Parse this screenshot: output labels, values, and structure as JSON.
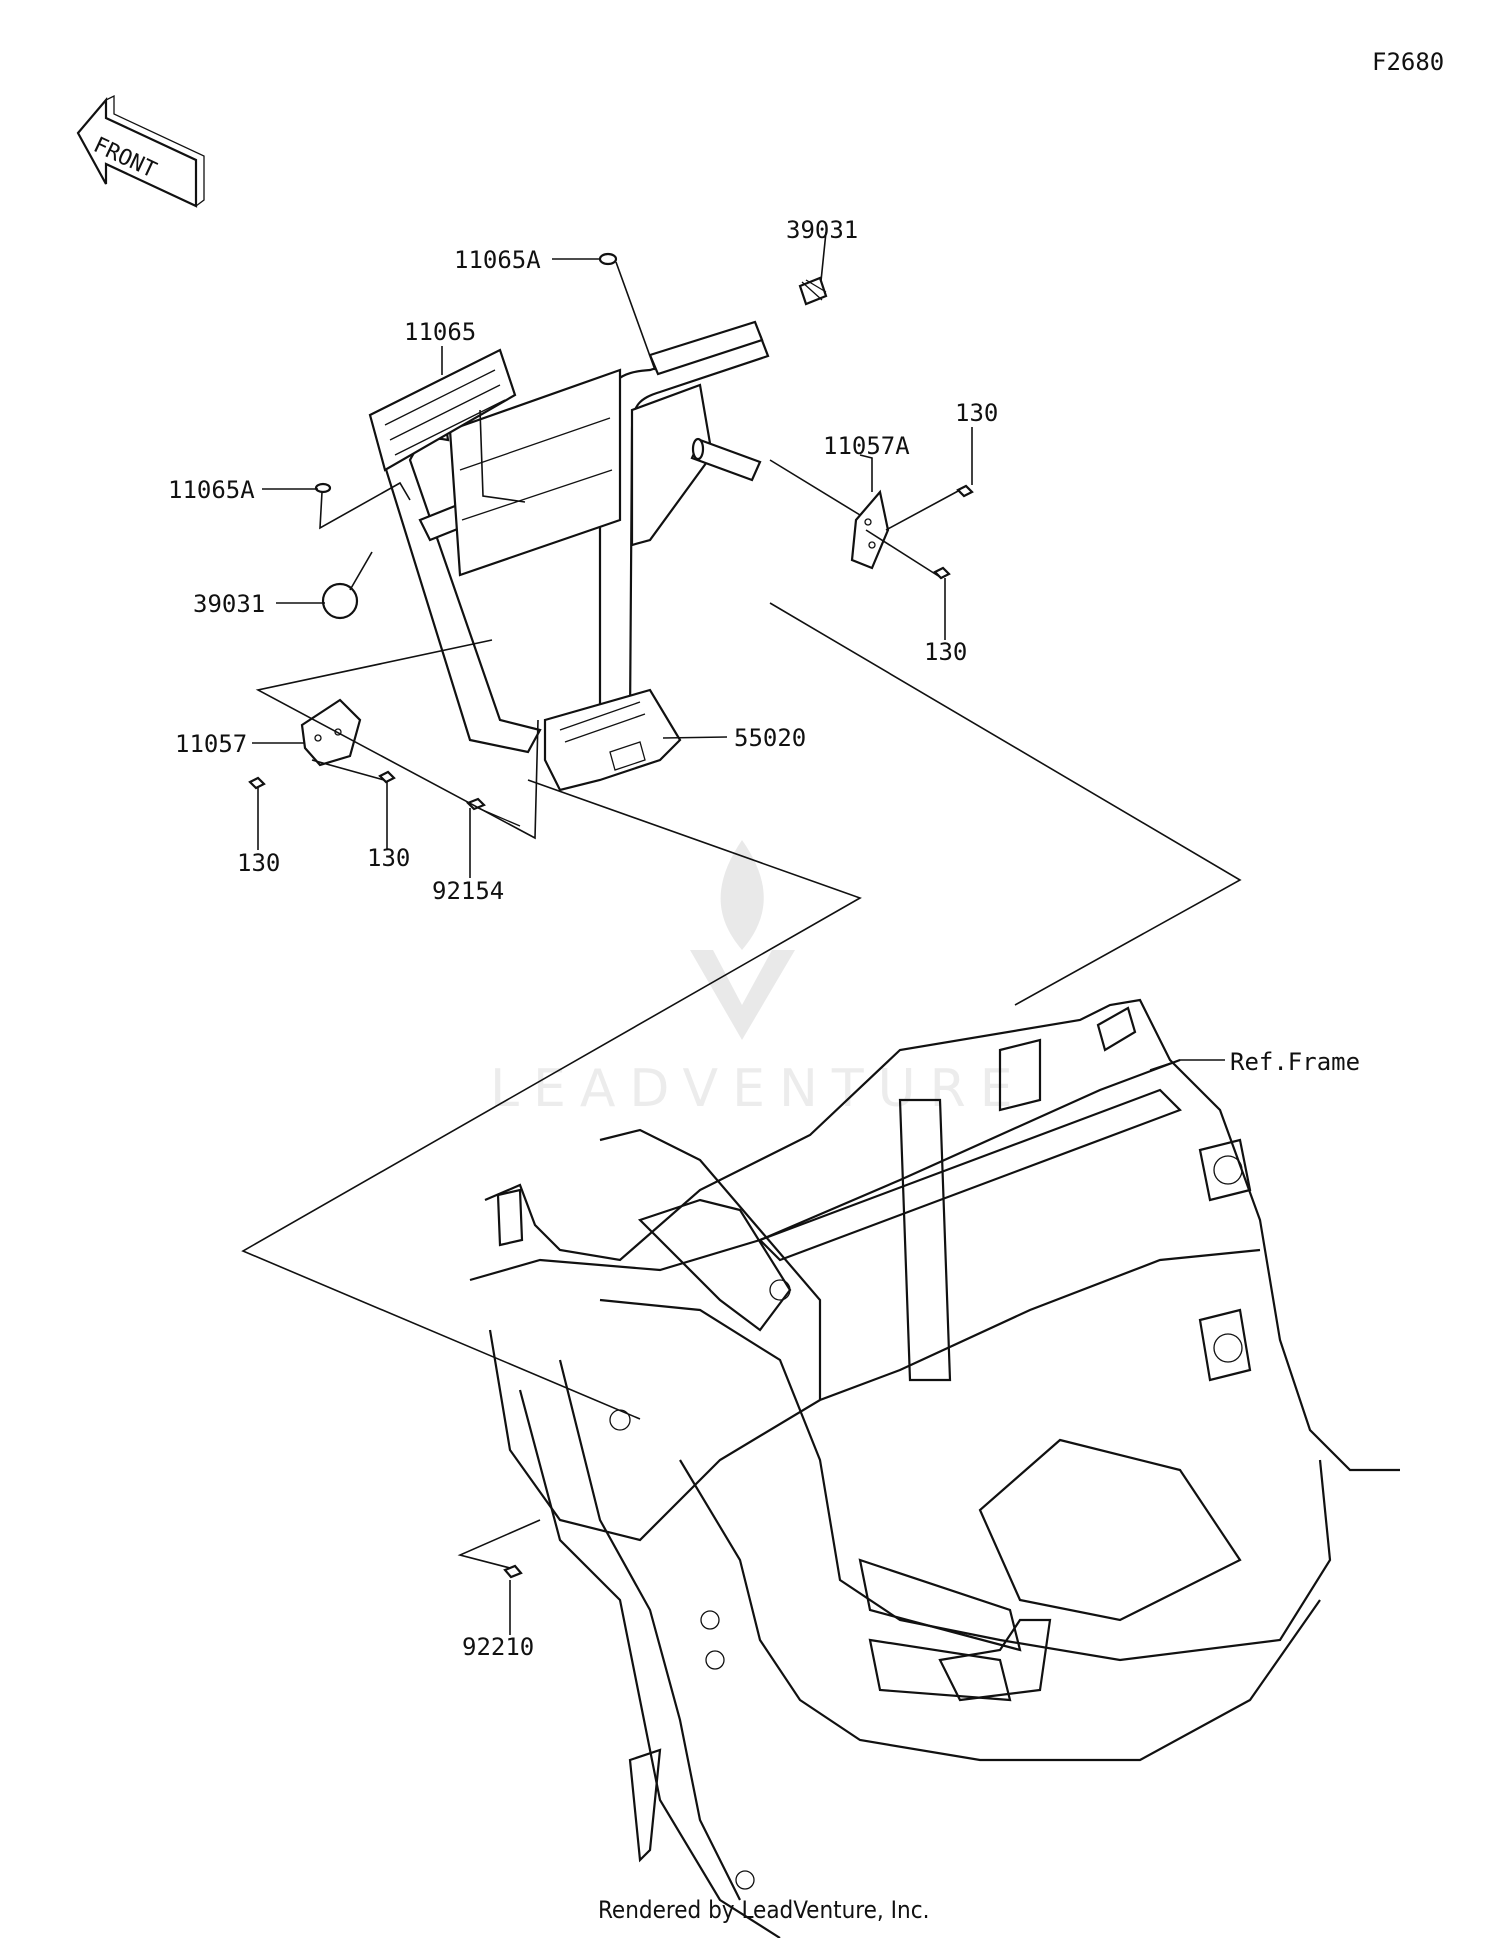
{
  "diagram_code": "F2680",
  "front_arrow_label": "FRONT",
  "watermark_text": "LEADVENTURE",
  "footer": "Rendered by LeadVenture, Inc.",
  "callouts": {
    "c11065A_top": "11065A",
    "c39031_top": "39031",
    "c11065": "11065",
    "c11057A": "11057A",
    "c130_a": "130",
    "c11065A_left": "11065A",
    "c39031_left": "39031",
    "c130_b": "130",
    "c55020": "55020",
    "c11057": "11057",
    "c130_c": "130",
    "c130_d": "130",
    "c92154": "92154",
    "ref_frame": "Ref.Frame",
    "c92210": "92210"
  }
}
